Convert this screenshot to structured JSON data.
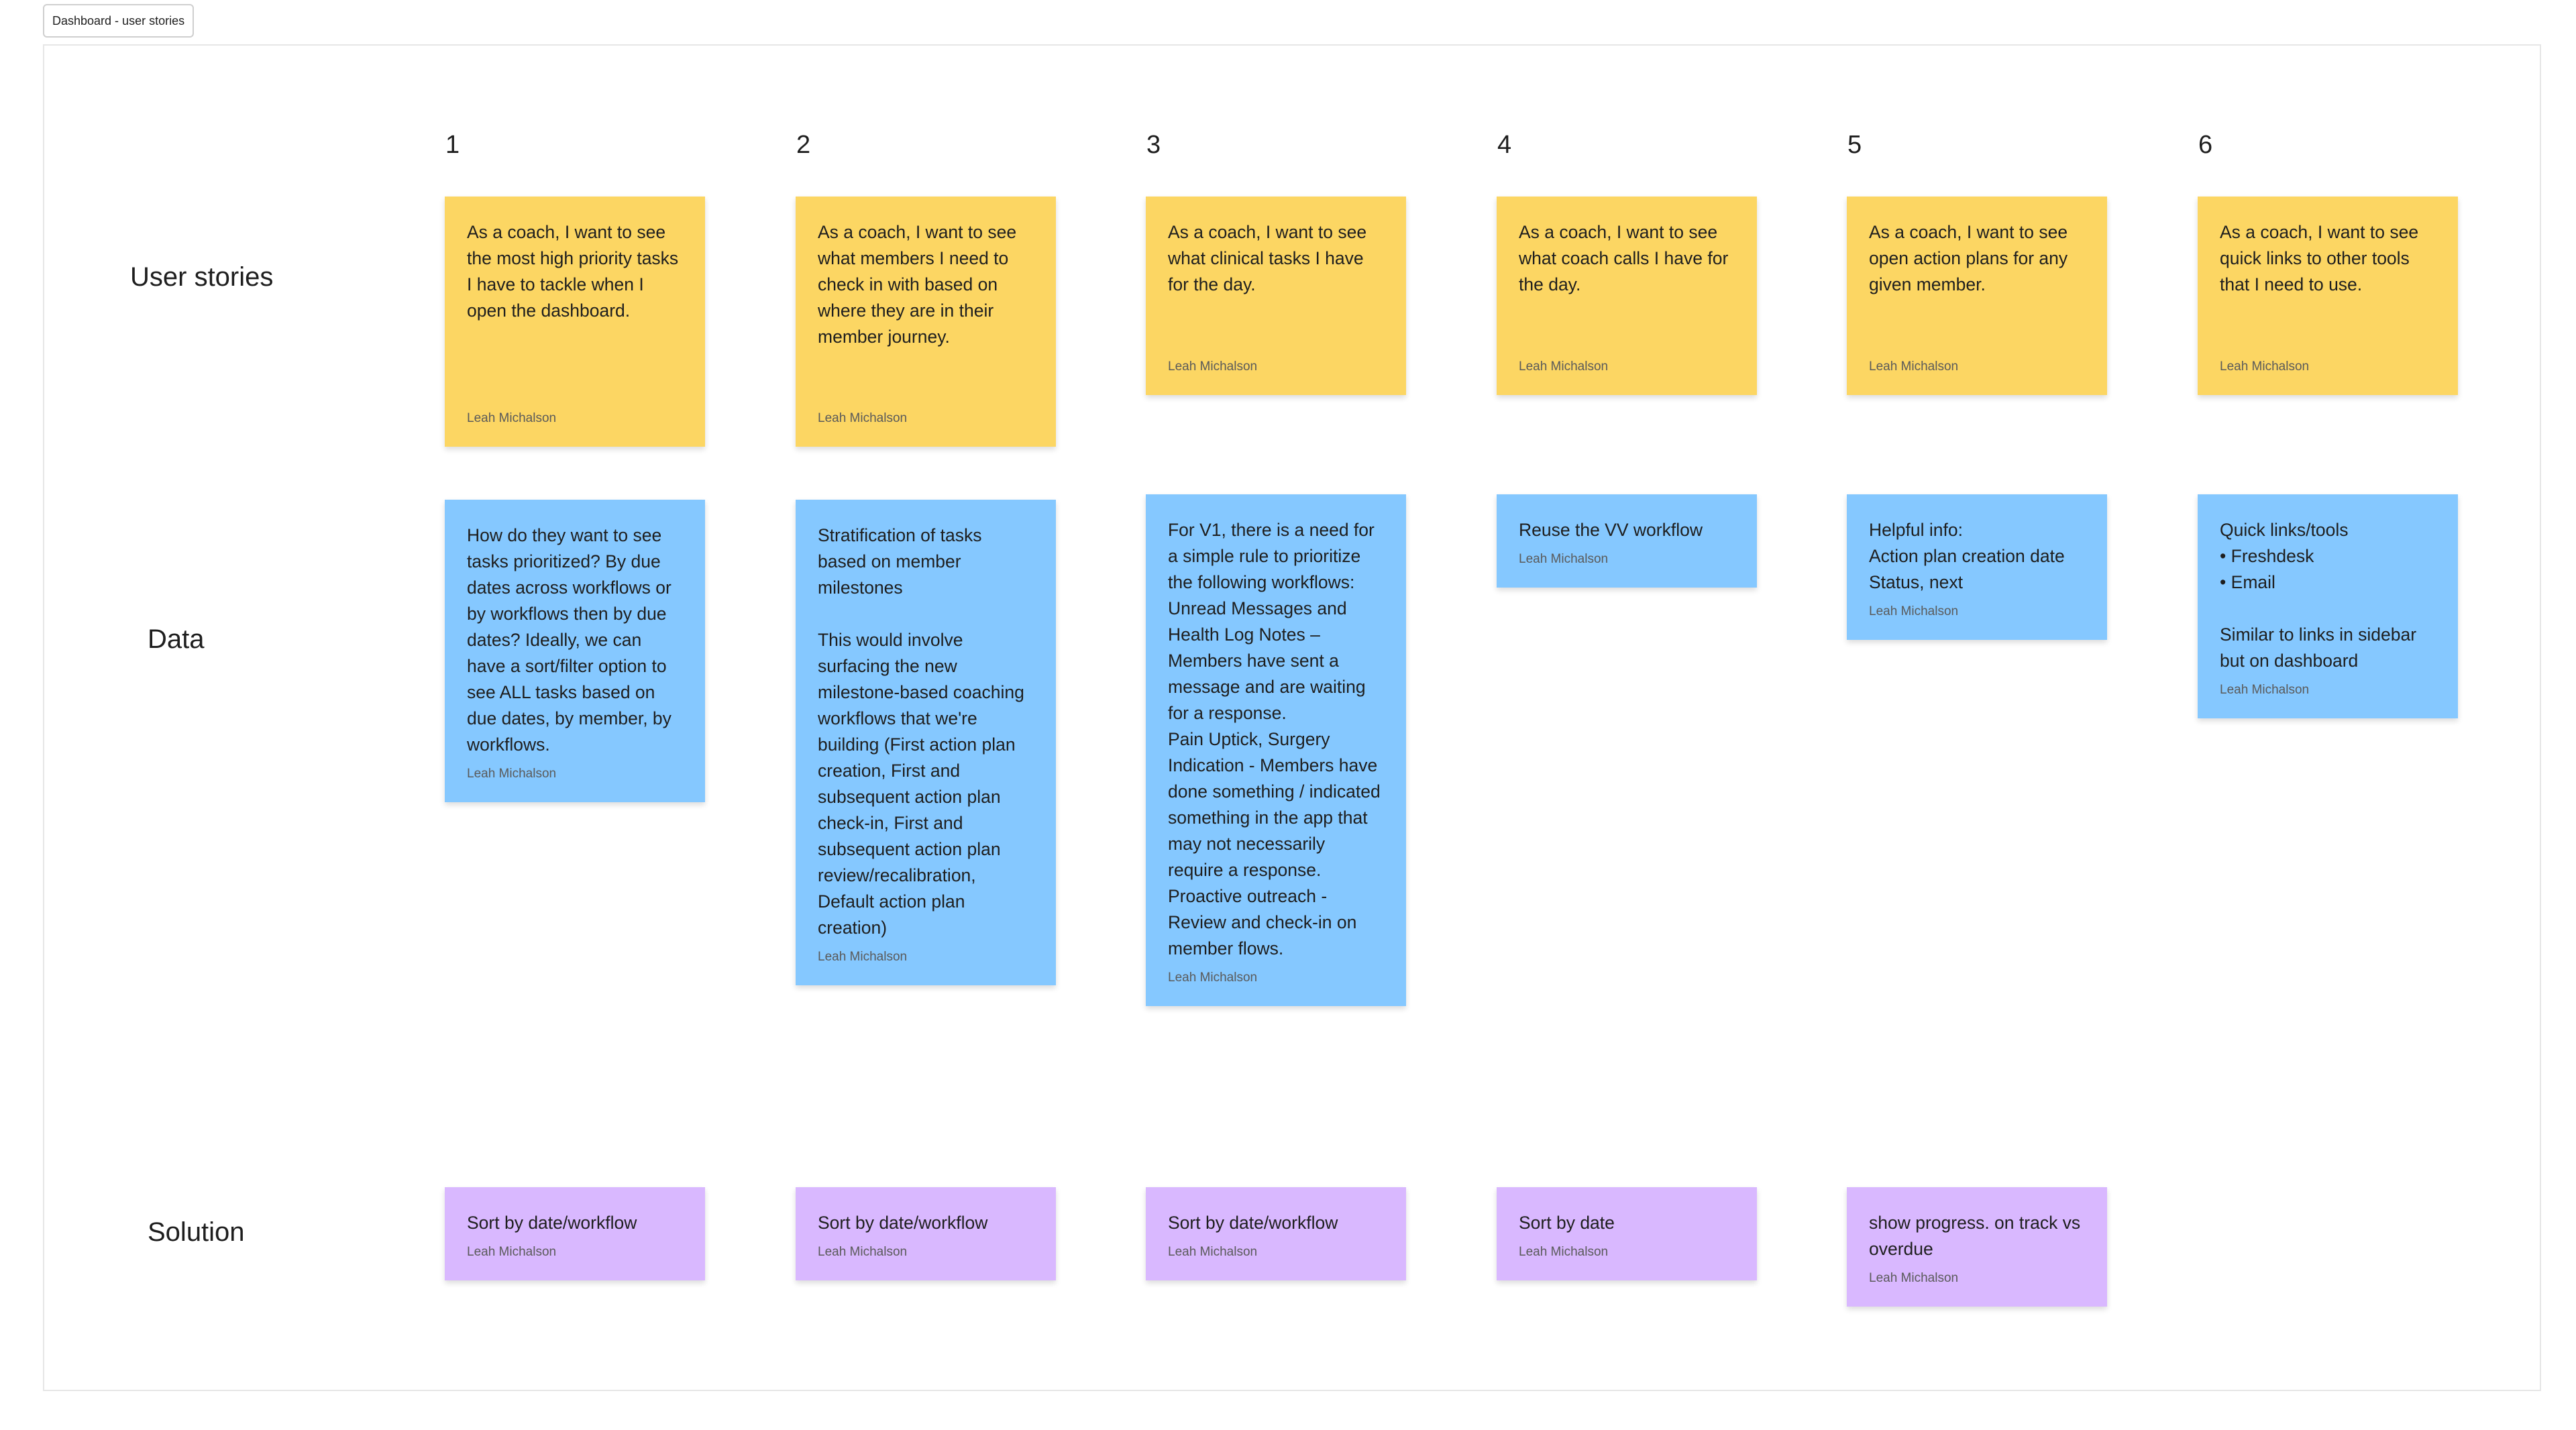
{
  "frame_label": "Dashboard - user stories",
  "columns": [
    "1",
    "2",
    "3",
    "4",
    "5",
    "6"
  ],
  "rows": {
    "user_stories": "User stories",
    "data": "Data",
    "solution": "Solution"
  },
  "author": "Leah Michalson",
  "colors": {
    "yellow": "#fcd663",
    "blue": "#85c8ff",
    "purple": "#d9b8ff"
  },
  "user_stories": [
    "As a coach, I want to see the most high priority tasks I have to tackle when I open the dashboard.",
    "As a coach, I want to see what members I need to check in with based on where they are in their member journey.",
    "As a coach, I want to see what clinical tasks I have for the day.",
    "As a coach, I want to see what coach calls I have for the day.",
    "As a coach, I want to see open action plans for any given member.",
    "As a coach, I want to see quick links to other tools that I need to use."
  ],
  "data_notes": [
    "How do they want to see tasks prioritized? By due dates across workflows or by workflows then by due dates? Ideally, we can have a sort/filter option to see ALL tasks based on due dates, by member, by workflows.",
    "Stratification of tasks based on member milestones\n\nThis would involve surfacing the new milestone-based coaching workflows that we're building (First action plan creation, First and subsequent action plan check-in, First and subsequent action plan review/recalibration, Default action plan creation)",
    "For V1, there is a need for a simple rule to prioritize the following workflows:\nUnread Messages and Health Log Notes – Members have sent a message and are waiting for a response.\nPain Uptick, Surgery Indication - Members have done something / indicated something in the app that may not necessarily require a response.\nProactive outreach - Review and check-in on member flows.",
    "Reuse the VV workflow",
    "Helpful info:\nAction plan creation date\nStatus, next",
    "Quick links/tools\n• Freshdesk\n• Email\n\nSimilar to links in sidebar but on dashboard"
  ],
  "solutions": [
    "Sort by date/workflow",
    "Sort by date/workflow",
    "Sort by date/workflow",
    "Sort by date",
    "show progress. on track vs overdue"
  ]
}
